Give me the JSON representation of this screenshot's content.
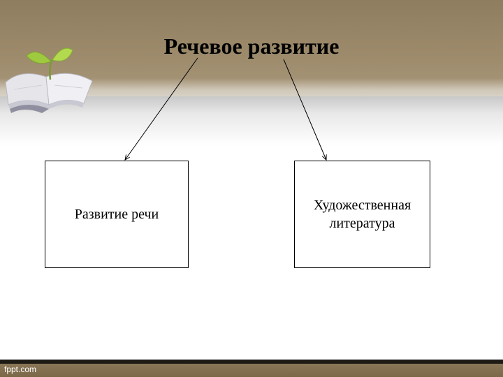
{
  "title": "Речевое развитие",
  "boxes": {
    "left": "Развитие речи",
    "right": "Художественная литература"
  },
  "footer": "fppt.com"
}
